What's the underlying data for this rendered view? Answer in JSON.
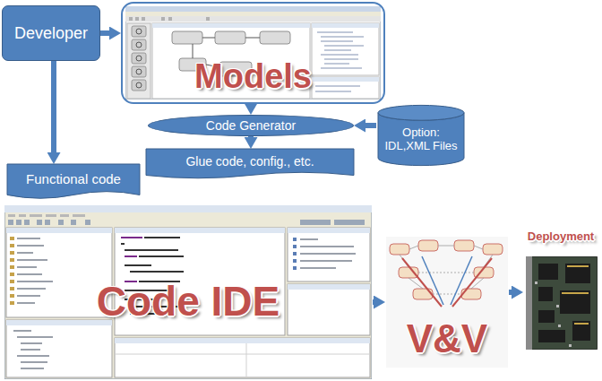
{
  "diagram": {
    "nodes": [
      {
        "text": [
          "Developer"
        ]
      },
      {
        "text": [
          "Models"
        ]
      },
      {
        "text": [
          "Code Generator"
        ]
      },
      {
        "text": [
          "Option: IDL,XML Files"
        ]
      },
      {
        "text": [
          "Functional code"
        ]
      },
      {
        "text": [
          "Glue code, config., etc."
        ]
      },
      {
        "text": [
          "Code IDE"
        ]
      },
      {
        "text": [
          "V&V"
        ]
      },
      {
        "text": [
          "Deployment"
        ]
      }
    ],
    "edges": [
      {
        "from": 0,
        "to": 1,
        "arrow": "to"
      },
      {
        "from": 0,
        "to": 4,
        "arrow": "to"
      },
      {
        "from": 1,
        "to": 2,
        "arrow": "to"
      },
      {
        "from": 3,
        "to": 2,
        "arrow": "to"
      },
      {
        "from": 2,
        "to": 5,
        "arrow": "to"
      },
      {
        "from": 6,
        "to": 7,
        "arrow": "to"
      },
      {
        "from": 7,
        "to": 8,
        "arrow": "to"
      }
    ]
  }
}
